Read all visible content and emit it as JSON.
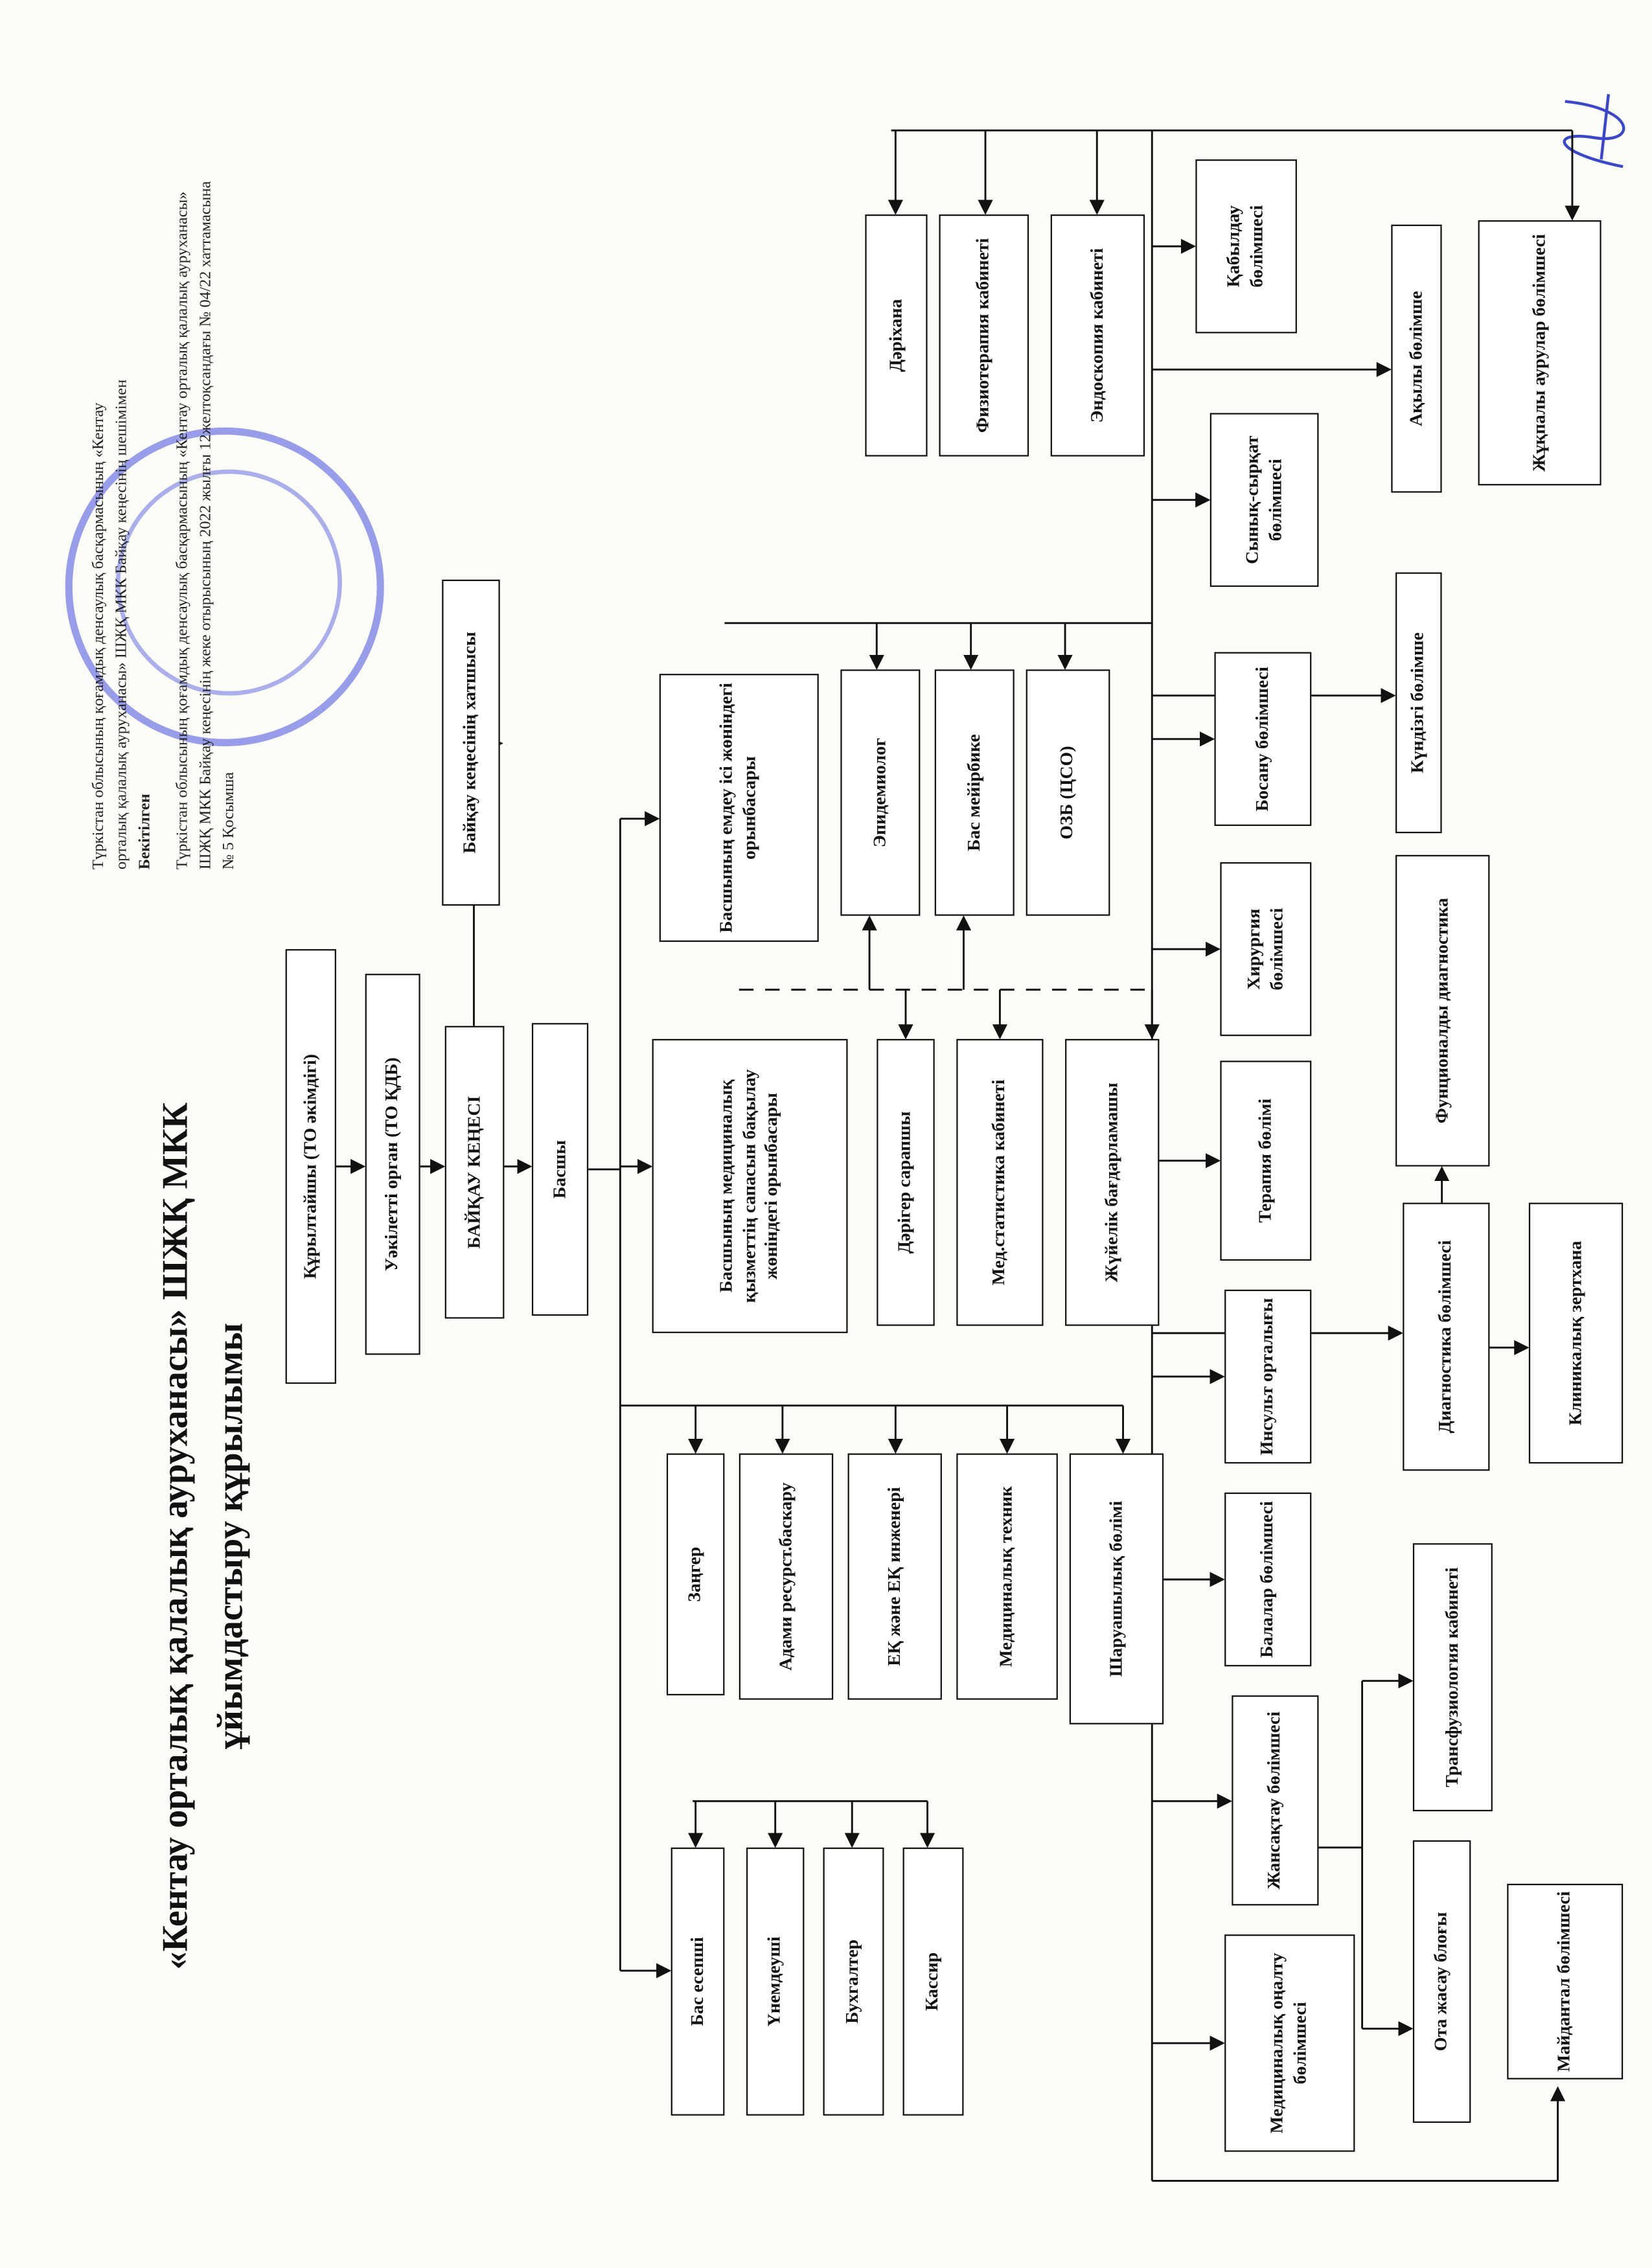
{
  "approval": {
    "line1": "Түркістан облысының қоғамдық денсаулық басқармасының «Кентау",
    "line2": "орталық қалалық ауруханасы» ШЖҚ МКК Байқау кеңесінің шешімімен",
    "line3": "Бекітілген",
    "line4": "Түркістан облысының қоғамдық денсаулық басқармасының «Кентау орталық қалалық ауруханасы»",
    "line5": "ШЖҚ МКК Байқау кеңесінің жеке отырысының 2022 жылғы 12желтоқсандағы № 04/22 хаттамасына",
    "line6": "№ 5 Қосымша"
  },
  "title": {
    "line1": "«Кентау орталық қалалық ауруханасы» ШЖҚ МКК",
    "line2": "ұйымдастыру құрылымы"
  },
  "boxes": {
    "founder": "Құрылтайшы (ТО әкімдігі)",
    "authorized": "Уәкілетті орган (ТО ҚДБ)",
    "board": "БАЙҚАУ КЕҢЕСІ",
    "board_secretary": "Байқау кеңесінің хатшысы",
    "head": "Басшы",
    "deputy_quality": "Басшының медициналық қызметтің сапасын бақылау жөніндегі орынбасары",
    "deputy_treatment": "Басшының емдеу ісі жөніндегі орынбасары",
    "expert": "Дәрігер сарапшы",
    "med_stat": "Мед.статистика кабинеті",
    "programmer": "Жүйелік бағдарламашы",
    "epidemiologist": "Эпидемиолог",
    "head_nurse": "Бас мейірбике",
    "cso": "ОЗБ (ЦСО)",
    "lawyer": "Заңгер",
    "hr": "Адами ресурст.баскару",
    "safety": "ЕҚ және ЕҚ инженері",
    "med_tech": "Медициналық техник",
    "household": "Шаруашылық бөлімі",
    "chief_accountant": "Бас есепші",
    "economist": "Үнемдеуші",
    "accountant": "Бухгалтер",
    "cashier": "Кассир",
    "rehab": "Медициналық оңалту бөлімшесі",
    "icu": "Жансақтау бөлімшесі",
    "pediatric": "Балалар бөлімшесі",
    "stroke": "Инсульт орталығы",
    "therapy": "Терапия бөлімі",
    "surgery": "Хирургия бөлімшесі",
    "maternity": "Босану бөлімшесі",
    "trauma": "Сынық-сырқат бөлімшесі",
    "admission": "Қабылдау бөлімшесі",
    "operating": "Ота жасау блоғы",
    "transfusion": "Трансфузиология кабинеті",
    "mobile": "Майдантал бөлімшесі",
    "diagnostic": "Диагностика бөлімшесі",
    "lab": "Клиникалық зертхана",
    "functional": "Фунционалды диагностика",
    "day_care": "Күндізгі бөлімше",
    "paid": "Ақылы бөлімше",
    "infectious": "Жұқпалы аурулар бөлімшесі",
    "pharmacy": "Дәріхана",
    "physio": "Физиотерапия кабинеті",
    "endoscopy": "Эндоскопия кабинеті"
  }
}
